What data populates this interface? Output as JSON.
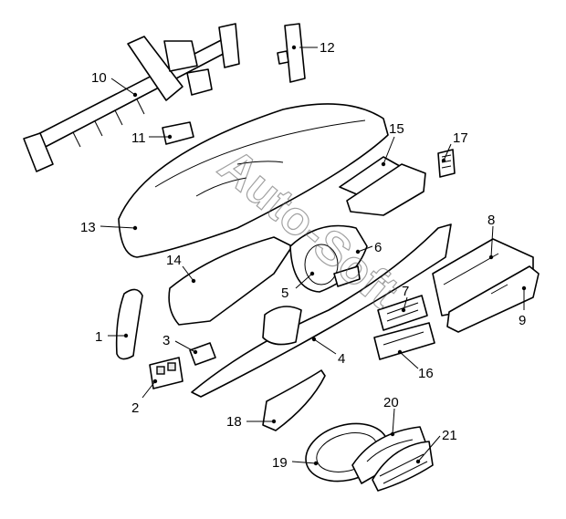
{
  "diagram": {
    "watermark": "Auto-Soft",
    "callouts": [
      "1",
      "2",
      "3",
      "4",
      "5",
      "6",
      "7",
      "8",
      "9",
      "10",
      "11",
      "12",
      "13",
      "14",
      "15",
      "16",
      "17",
      "18",
      "19",
      "20",
      "21"
    ]
  }
}
